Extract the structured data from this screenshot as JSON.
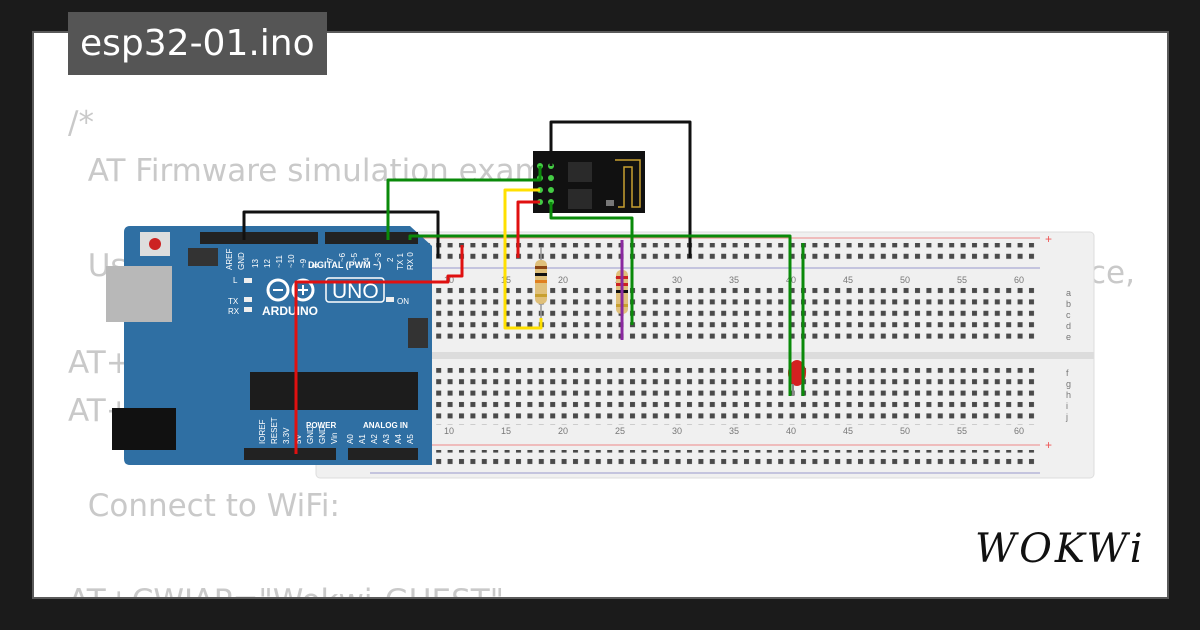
{
  "file_title": "esp32-01.ino",
  "brand": "WOKWi",
  "code": {
    "line1": "/*",
    "line2": "  AT Firmware simulation example",
    "line3": "  Us",
    "line3_tail": "ce,",
    "line4": "AT+",
    "line5": "AT+",
    "line6": "  Connect to WiFi:",
    "line7": "AT+CWJAP=\"Wokwi-GUEST\""
  },
  "arduino": {
    "board_name": "UNO",
    "brand": "ARDUINO",
    "digital_label": "DIGITAL (PWM ~)",
    "power_label": "POWER",
    "analog_label": "ANALOG IN",
    "on_label": "ON",
    "l_label": "L",
    "tx_label": "TX",
    "rx_label": "RX"
  },
  "breadboard": {
    "column_numbers": [
      "10",
      "15",
      "20",
      "25",
      "30",
      "35",
      "40",
      "45",
      "50",
      "55",
      "60"
    ],
    "row_letters_top": [
      "a",
      "b",
      "c",
      "d",
      "e"
    ],
    "row_letters_bottom": [
      "f",
      "g",
      "h",
      "i",
      "j"
    ]
  },
  "colors": {
    "board_blue": "#2f6fa3",
    "wire_green": "#0a8a0a",
    "wire_red": "#e01010",
    "wire_yellow": "#ffe000",
    "wire_black": "#111111",
    "wire_purple": "#8a2aa0",
    "led_red": "#d42020"
  }
}
